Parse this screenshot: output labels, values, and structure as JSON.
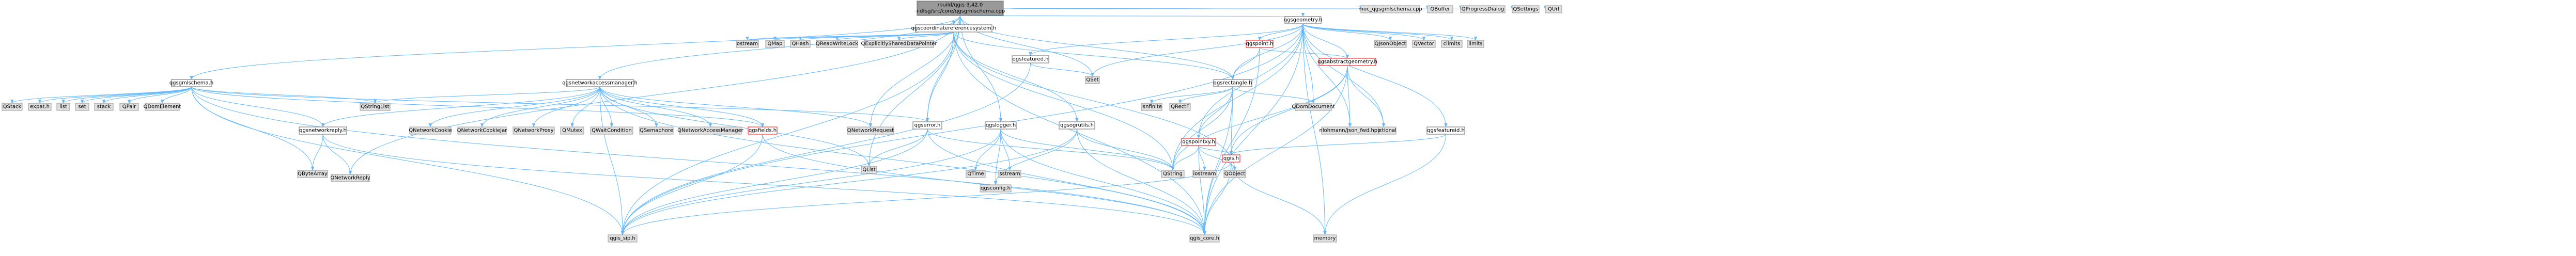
{
  "graph": {
    "nodes": [
      {
        "id": "root",
        "label": "/build/qgis-3.42.0\n+dfsg/src/core/qgsgmlschema.cpp",
        "style": "root"
      },
      {
        "id": "qgsgmlschema_h",
        "label": "qgsgmlschema.h",
        "style": "link"
      },
      {
        "id": "QStack",
        "label": "QStack",
        "style": "ext"
      },
      {
        "id": "expat_h",
        "label": "expat.h",
        "style": "ext"
      },
      {
        "id": "list",
        "label": "list",
        "style": "ext"
      },
      {
        "id": "set",
        "label": "set",
        "style": "ext"
      },
      {
        "id": "stack",
        "label": "stack",
        "style": "ext"
      },
      {
        "id": "QPair",
        "label": "QPair",
        "style": "ext"
      },
      {
        "id": "QDomElement",
        "label": "QDomElement",
        "style": "ext"
      },
      {
        "id": "QStringList",
        "label": "QStringList",
        "style": "ext"
      },
      {
        "id": "qgsnetworkaccessmanager_h",
        "label": "qgsnetworkaccessmanager.h",
        "style": "link"
      },
      {
        "id": "qgsnetworkreply_h",
        "label": "qgsnetworkreply.h",
        "style": "link"
      },
      {
        "id": "QNetworkCookie",
        "label": "QNetworkCookie",
        "style": "ext"
      },
      {
        "id": "QNetworkCookieJar",
        "label": "QNetworkCookieJar",
        "style": "ext"
      },
      {
        "id": "QNetworkProxy",
        "label": "QNetworkProxy",
        "style": "ext"
      },
      {
        "id": "QMutex",
        "label": "QMutex",
        "style": "ext"
      },
      {
        "id": "QWaitCondition",
        "label": "QWaitCondition",
        "style": "ext"
      },
      {
        "id": "QSemaphore",
        "label": "QSemaphore",
        "style": "ext"
      },
      {
        "id": "QNetworkAccessManager",
        "label": "QNetworkAccessManager",
        "style": "ext"
      },
      {
        "id": "qgsfields_h",
        "label": "qgsfields.h",
        "style": "red"
      },
      {
        "id": "QNetworkRequest",
        "label": "QNetworkRequest",
        "style": "ext"
      },
      {
        "id": "QNetworkReply",
        "label": "QNetworkReply",
        "style": "ext"
      },
      {
        "id": "QByteArray",
        "label": "QByteArray",
        "style": "ext"
      },
      {
        "id": "qgscoordinatereferencesystem_h",
        "label": "qgscoordinatereferencesystem.h",
        "style": "link"
      },
      {
        "id": "ostream",
        "label": "ostream",
        "style": "ext"
      },
      {
        "id": "QMap",
        "label": "QMap",
        "style": "ext"
      },
      {
        "id": "QHash",
        "label": "QHash",
        "style": "ext"
      },
      {
        "id": "QReadWriteLock",
        "label": "QReadWriteLock",
        "style": "ext"
      },
      {
        "id": "QExplicitlySharedDataPointer",
        "label": "QExplicitlySharedDataPointer",
        "style": "ext"
      },
      {
        "id": "qgserror_h",
        "label": "qgserror.h",
        "style": "link"
      },
      {
        "id": "qgslogger_h",
        "label": "qgslogger.h",
        "style": "link"
      },
      {
        "id": "qgsogrutils_h",
        "label": "qgsogrutils.h",
        "style": "link"
      },
      {
        "id": "qgsfeatureid_h",
        "label": "qgsfeatureid.h",
        "style": "link"
      },
      {
        "id": "qgsfeatured_h",
        "label": "qgsfeatured.h",
        "style": "link"
      },
      {
        "id": "qgsrectangle_h",
        "label": "qgsrectangle.h",
        "style": "link"
      },
      {
        "id": "qgspointxy_h",
        "label": "qgspointxy.h",
        "style": "red"
      },
      {
        "id": "qgsgeometry_h",
        "label": "qgsgeometry.h",
        "style": "link"
      },
      {
        "id": "qgspoint_h",
        "label": "qgspoint.h",
        "style": "red"
      },
      {
        "id": "qgsabstractgeometry_h",
        "label": "qgsabstractgeometry.h",
        "style": "red"
      },
      {
        "id": "QSet",
        "label": "QSet",
        "style": "ext"
      },
      {
        "id": "QJsonObject",
        "label": "QJsonObject",
        "style": "ext"
      },
      {
        "id": "QVector",
        "label": "QVector",
        "style": "ext"
      },
      {
        "id": "climits",
        "label": "climits",
        "style": "ext"
      },
      {
        "id": "limits",
        "label": "limits",
        "style": "ext"
      },
      {
        "id": "functional",
        "label": "functional",
        "style": "ext"
      },
      {
        "id": "nlohmann_json_fwd_hpp",
        "label": "nlohmann/json_fwd.hpp",
        "style": "ext"
      },
      {
        "id": "QDomDocument",
        "label": "QDomDocument",
        "style": "ext"
      },
      {
        "id": "isnfinite",
        "label": "isnfinite",
        "style": "ext"
      },
      {
        "id": "QRectF",
        "label": "QRectF",
        "style": "ext"
      },
      {
        "id": "QTime",
        "label": "QTime",
        "style": "ext"
      },
      {
        "id": "sstream",
        "label": "sstream",
        "style": "ext"
      },
      {
        "id": "qgsconfig_h",
        "label": "qgsconfig.h",
        "style": "ext"
      },
      {
        "id": "QList",
        "label": "QList",
        "style": "ext"
      },
      {
        "id": "QString",
        "label": "QString",
        "style": "ext"
      },
      {
        "id": "iostream",
        "label": "iostream",
        "style": "ext"
      },
      {
        "id": "QObject",
        "label": "QObject",
        "style": "ext"
      },
      {
        "id": "qgis_h",
        "label": "qgis.h",
        "style": "red"
      },
      {
        "id": "qgis_sip_h",
        "label": "qgis_sip.h",
        "style": "ext"
      },
      {
        "id": "qgis_core_h",
        "label": "qgis_core.h",
        "style": "ext"
      },
      {
        "id": "memory",
        "label": "memory",
        "style": "ext"
      },
      {
        "id": "moc_qgsgmlschema_cpp",
        "label": "moc_qgsgmlschema.cpp",
        "style": "ext"
      },
      {
        "id": "QBuffer",
        "label": "QBuffer",
        "style": "ext"
      },
      {
        "id": "QProgressDialog",
        "label": "QProgressDialog",
        "style": "ext"
      },
      {
        "id": "QSettings",
        "label": "QSettings",
        "style": "ext"
      },
      {
        "id": "QUrl",
        "label": "QUrl",
        "style": "ext"
      }
    ],
    "edges": [
      [
        "root",
        "qgsgmlschema_h"
      ],
      [
        "root",
        "qgsnetworkaccessmanager_h"
      ],
      [
        "root",
        "qgscoordinatereferencesystem_h"
      ],
      [
        "root",
        "qgsgeometry_h"
      ],
      [
        "root",
        "qgslogger_h"
      ],
      [
        "root",
        "qgsrectangle_h"
      ],
      [
        "root",
        "qgserror_h"
      ],
      [
        "root",
        "QList"
      ],
      [
        "root",
        "QNetworkRequest"
      ],
      [
        "root",
        "QNetworkReply"
      ],
      [
        "root",
        "QSet"
      ],
      [
        "root",
        "moc_qgsgmlschema_cpp"
      ],
      [
        "root",
        "QBuffer"
      ],
      [
        "root",
        "QProgressDialog"
      ],
      [
        "root",
        "QSettings"
      ],
      [
        "root",
        "QUrl"
      ],
      [
        "qgsgmlschema_h",
        "QStack"
      ],
      [
        "qgsgmlschema_h",
        "expat_h"
      ],
      [
        "qgsgmlschema_h",
        "list"
      ],
      [
        "qgsgmlschema_h",
        "set"
      ],
      [
        "qgsgmlschema_h",
        "stack"
      ],
      [
        "qgsgmlschema_h",
        "QPair"
      ],
      [
        "qgsgmlschema_h",
        "QDomElement"
      ],
      [
        "qgsgmlschema_h",
        "QStringList"
      ],
      [
        "qgsgmlschema_h",
        "qgis_core_h"
      ],
      [
        "qgsgmlschema_h",
        "qgis_sip_h"
      ],
      [
        "qgsgmlschema_h",
        "qgserror_h"
      ],
      [
        "qgsgmlschema_h",
        "qgsfields_h"
      ],
      [
        "qgsgmlschema_h",
        "QByteArray"
      ],
      [
        "qgsgmlschema_h",
        "qgsnetworkreply_h"
      ],
      [
        "qgsnetworkaccessmanager_h",
        "qgsnetworkreply_h"
      ],
      [
        "qgsnetworkaccessmanager_h",
        "QNetworkCookie"
      ],
      [
        "qgsnetworkaccessmanager_h",
        "QNetworkCookieJar"
      ],
      [
        "qgsnetworkaccessmanager_h",
        "QNetworkProxy"
      ],
      [
        "qgsnetworkaccessmanager_h",
        "QMutex"
      ],
      [
        "qgsnetworkaccessmanager_h",
        "QWaitCondition"
      ],
      [
        "qgsnetworkaccessmanager_h",
        "QSemaphore"
      ],
      [
        "qgsnetworkaccessmanager_h",
        "QNetworkAccessManager"
      ],
      [
        "qgsnetworkaccessmanager_h",
        "qgsfields_h"
      ],
      [
        "qgsnetworkaccessmanager_h",
        "QNetworkRequest"
      ],
      [
        "qgsnetworkaccessmanager_h",
        "QStringList"
      ],
      [
        "qgsnetworkaccessmanager_h",
        "qgis_core_h"
      ],
      [
        "qgsnetworkaccessmanager_h",
        "qgis_sip_h"
      ],
      [
        "qgsnetworkaccessmanager_h",
        "QList"
      ],
      [
        "qgsnetworkreply_h",
        "QNetworkReply"
      ],
      [
        "qgsnetworkreply_h",
        "QByteArray"
      ],
      [
        "qgsnetworkreply_h",
        "qgis_core_h"
      ],
      [
        "qgsfields_h",
        "qgis_core_h"
      ],
      [
        "qgsfields_h",
        "qgis_sip_h"
      ],
      [
        "qgscoordinatereferencesystem_h",
        "ostream"
      ],
      [
        "qgscoordinatereferencesystem_h",
        "QMap"
      ],
      [
        "qgscoordinatereferencesystem_h",
        "QHash"
      ],
      [
        "qgscoordinatereferencesystem_h",
        "QReadWriteLock"
      ],
      [
        "qgscoordinatereferencesystem_h",
        "QExplicitlySharedDataPointer"
      ],
      [
        "qgscoordinatereferencesystem_h",
        "qgserror_h"
      ],
      [
        "qgscoordinatereferencesystem_h",
        "qgsogrutils_h"
      ],
      [
        "qgscoordinatereferencesystem_h",
        "qgsrectangle_h"
      ],
      [
        "qgscoordinatereferencesystem_h",
        "qgis_core_h"
      ],
      [
        "qgscoordinatereferencesystem_h",
        "qgis_sip_h"
      ],
      [
        "qgscoordinatereferencesystem_h",
        "QString"
      ],
      [
        "qgscoordinatereferencesystem_h",
        "QObject"
      ],
      [
        "qgserror_h",
        "QString"
      ],
      [
        "qgserror_h",
        "QList"
      ],
      [
        "qgserror_h",
        "qgis_core_h"
      ],
      [
        "qgserror_h",
        "qgis_sip_h"
      ],
      [
        "qgslogger_h",
        "QTime"
      ],
      [
        "qgslogger_h",
        "sstream"
      ],
      [
        "qgslogger_h",
        "QString"
      ],
      [
        "qgslogger_h",
        "qgsconfig_h"
      ],
      [
        "qgslogger_h",
        "qgis_core_h"
      ],
      [
        "qgslogger_h",
        "qgis_sip_h"
      ],
      [
        "qgsogrutils_h",
        "QString"
      ],
      [
        "qgsogrutils_h",
        "qgis_core_h"
      ],
      [
        "qgsogrutils_h",
        "qgis_sip_h"
      ],
      [
        "qgsogrutils_h",
        "qgsconfig_h"
      ],
      [
        "qgsgeometry_h",
        "qgsfeatured_h"
      ],
      [
        "qgsgeometry_h",
        "qgspoint_h"
      ],
      [
        "qgsgeometry_h",
        "qgsabstractgeometry_h"
      ],
      [
        "qgsgeometry_h",
        "qgsrectangle_h"
      ],
      [
        "qgsgeometry_h",
        "qgspointxy_h"
      ],
      [
        "qgsgeometry_h",
        "QSet"
      ],
      [
        "qgsgeometry_h",
        "QJsonObject"
      ],
      [
        "qgsgeometry_h",
        "QVector"
      ],
      [
        "qgsgeometry_h",
        "climits"
      ],
      [
        "qgsgeometry_h",
        "limits"
      ],
      [
        "qgsgeometry_h",
        "functional"
      ],
      [
        "qgsgeometry_h",
        "nlohmann_json_fwd_hpp"
      ],
      [
        "qgsgeometry_h",
        "QDomDocument"
      ],
      [
        "qgsgeometry_h",
        "qgsfeatureid_h"
      ],
      [
        "qgsgeometry_h",
        "memory"
      ],
      [
        "qgsgeometry_h",
        "qgis_core_h"
      ],
      [
        "qgsgeometry_h",
        "qgis_sip_h"
      ],
      [
        "qgsgeometry_h",
        "QString"
      ],
      [
        "qgsfeatured_h",
        "QSet"
      ],
      [
        "qgsfeatured_h",
        "qgis_sip_h"
      ],
      [
        "qgspoint_h",
        "qgsabstractgeometry_h"
      ],
      [
        "qgspoint_h",
        "qgsrectangle_h"
      ],
      [
        "qgspoint_h",
        "qgis_core_h"
      ],
      [
        "qgsabstractgeometry_h",
        "functional"
      ],
      [
        "qgsabstractgeometry_h",
        "nlohmann_json_fwd_hpp"
      ],
      [
        "qgsabstractgeometry_h",
        "qgis_core_h"
      ],
      [
        "qgsabstractgeometry_h",
        "qgis_h"
      ],
      [
        "qgsabstractgeometry_h",
        "QString"
      ],
      [
        "qgsrectangle_h",
        "isnfinite"
      ],
      [
        "qgsrectangle_h",
        "QRectF"
      ],
      [
        "qgsrectangle_h",
        "QDomDocument"
      ],
      [
        "qgsrectangle_h",
        "qgspointxy_h"
      ],
      [
        "qgsrectangle_h",
        "qgis_core_h"
      ],
      [
        "qgsrectangle_h",
        "qgis_h"
      ],
      [
        "qgsrectangle_h",
        "QString"
      ],
      [
        "qgspointxy_h",
        "QString"
      ],
      [
        "qgspointxy_h",
        "iostream"
      ],
      [
        "qgspointxy_h",
        "QObject"
      ],
      [
        "qgspointxy_h",
        "qgis_h"
      ],
      [
        "qgspointxy_h",
        "qgis_core_h"
      ],
      [
        "qgsfeatureid_h",
        "qgis_h"
      ],
      [
        "qgsfeatureid_h",
        "memory"
      ],
      [
        "qgis_h",
        "qgis_sip_h"
      ],
      [
        "qgis_h",
        "qgis_core_h"
      ],
      [
        "qgis_h",
        "memory"
      ]
    ]
  }
}
